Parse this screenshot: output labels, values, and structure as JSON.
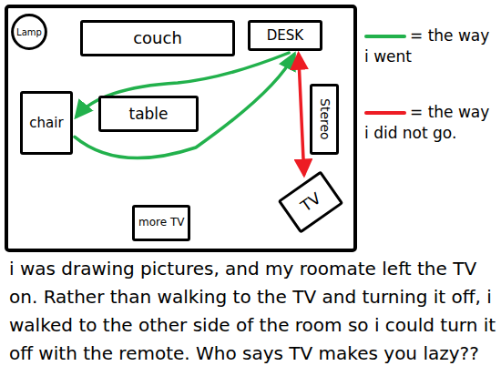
{
  "diagram": {
    "caption": "i was drawing pictures, and my roomate left the TV on. Rather than walking to the TV and turning it off, i walked to the other side of the room so i could turn it off with the remote. Who says TV makes you lazy??",
    "nodes": [
      {
        "text": [
          "Lamp"
        ]
      },
      {
        "text": [
          "couch"
        ]
      },
      {
        "text": [
          "DESK"
        ]
      },
      {
        "text": [
          "chair"
        ]
      },
      {
        "text": [
          "table"
        ]
      },
      {
        "text": [
          "Stereo"
        ]
      },
      {
        "text": [
          "TV"
        ]
      },
      {
        "text": [
          "more TV"
        ]
      }
    ],
    "edges": [
      {
        "from": 2,
        "to": 3,
        "arrow": "to"
      },
      {
        "from": 3,
        "to": 2,
        "arrow": "to"
      },
      {
        "from": 2,
        "to": 6,
        "arrow": "both"
      }
    ],
    "legend": [
      {
        "text": "= the way i went",
        "color": "#22b14c"
      },
      {
        "text": "= the way i did not go.",
        "color": "#ed1c24"
      }
    ]
  }
}
